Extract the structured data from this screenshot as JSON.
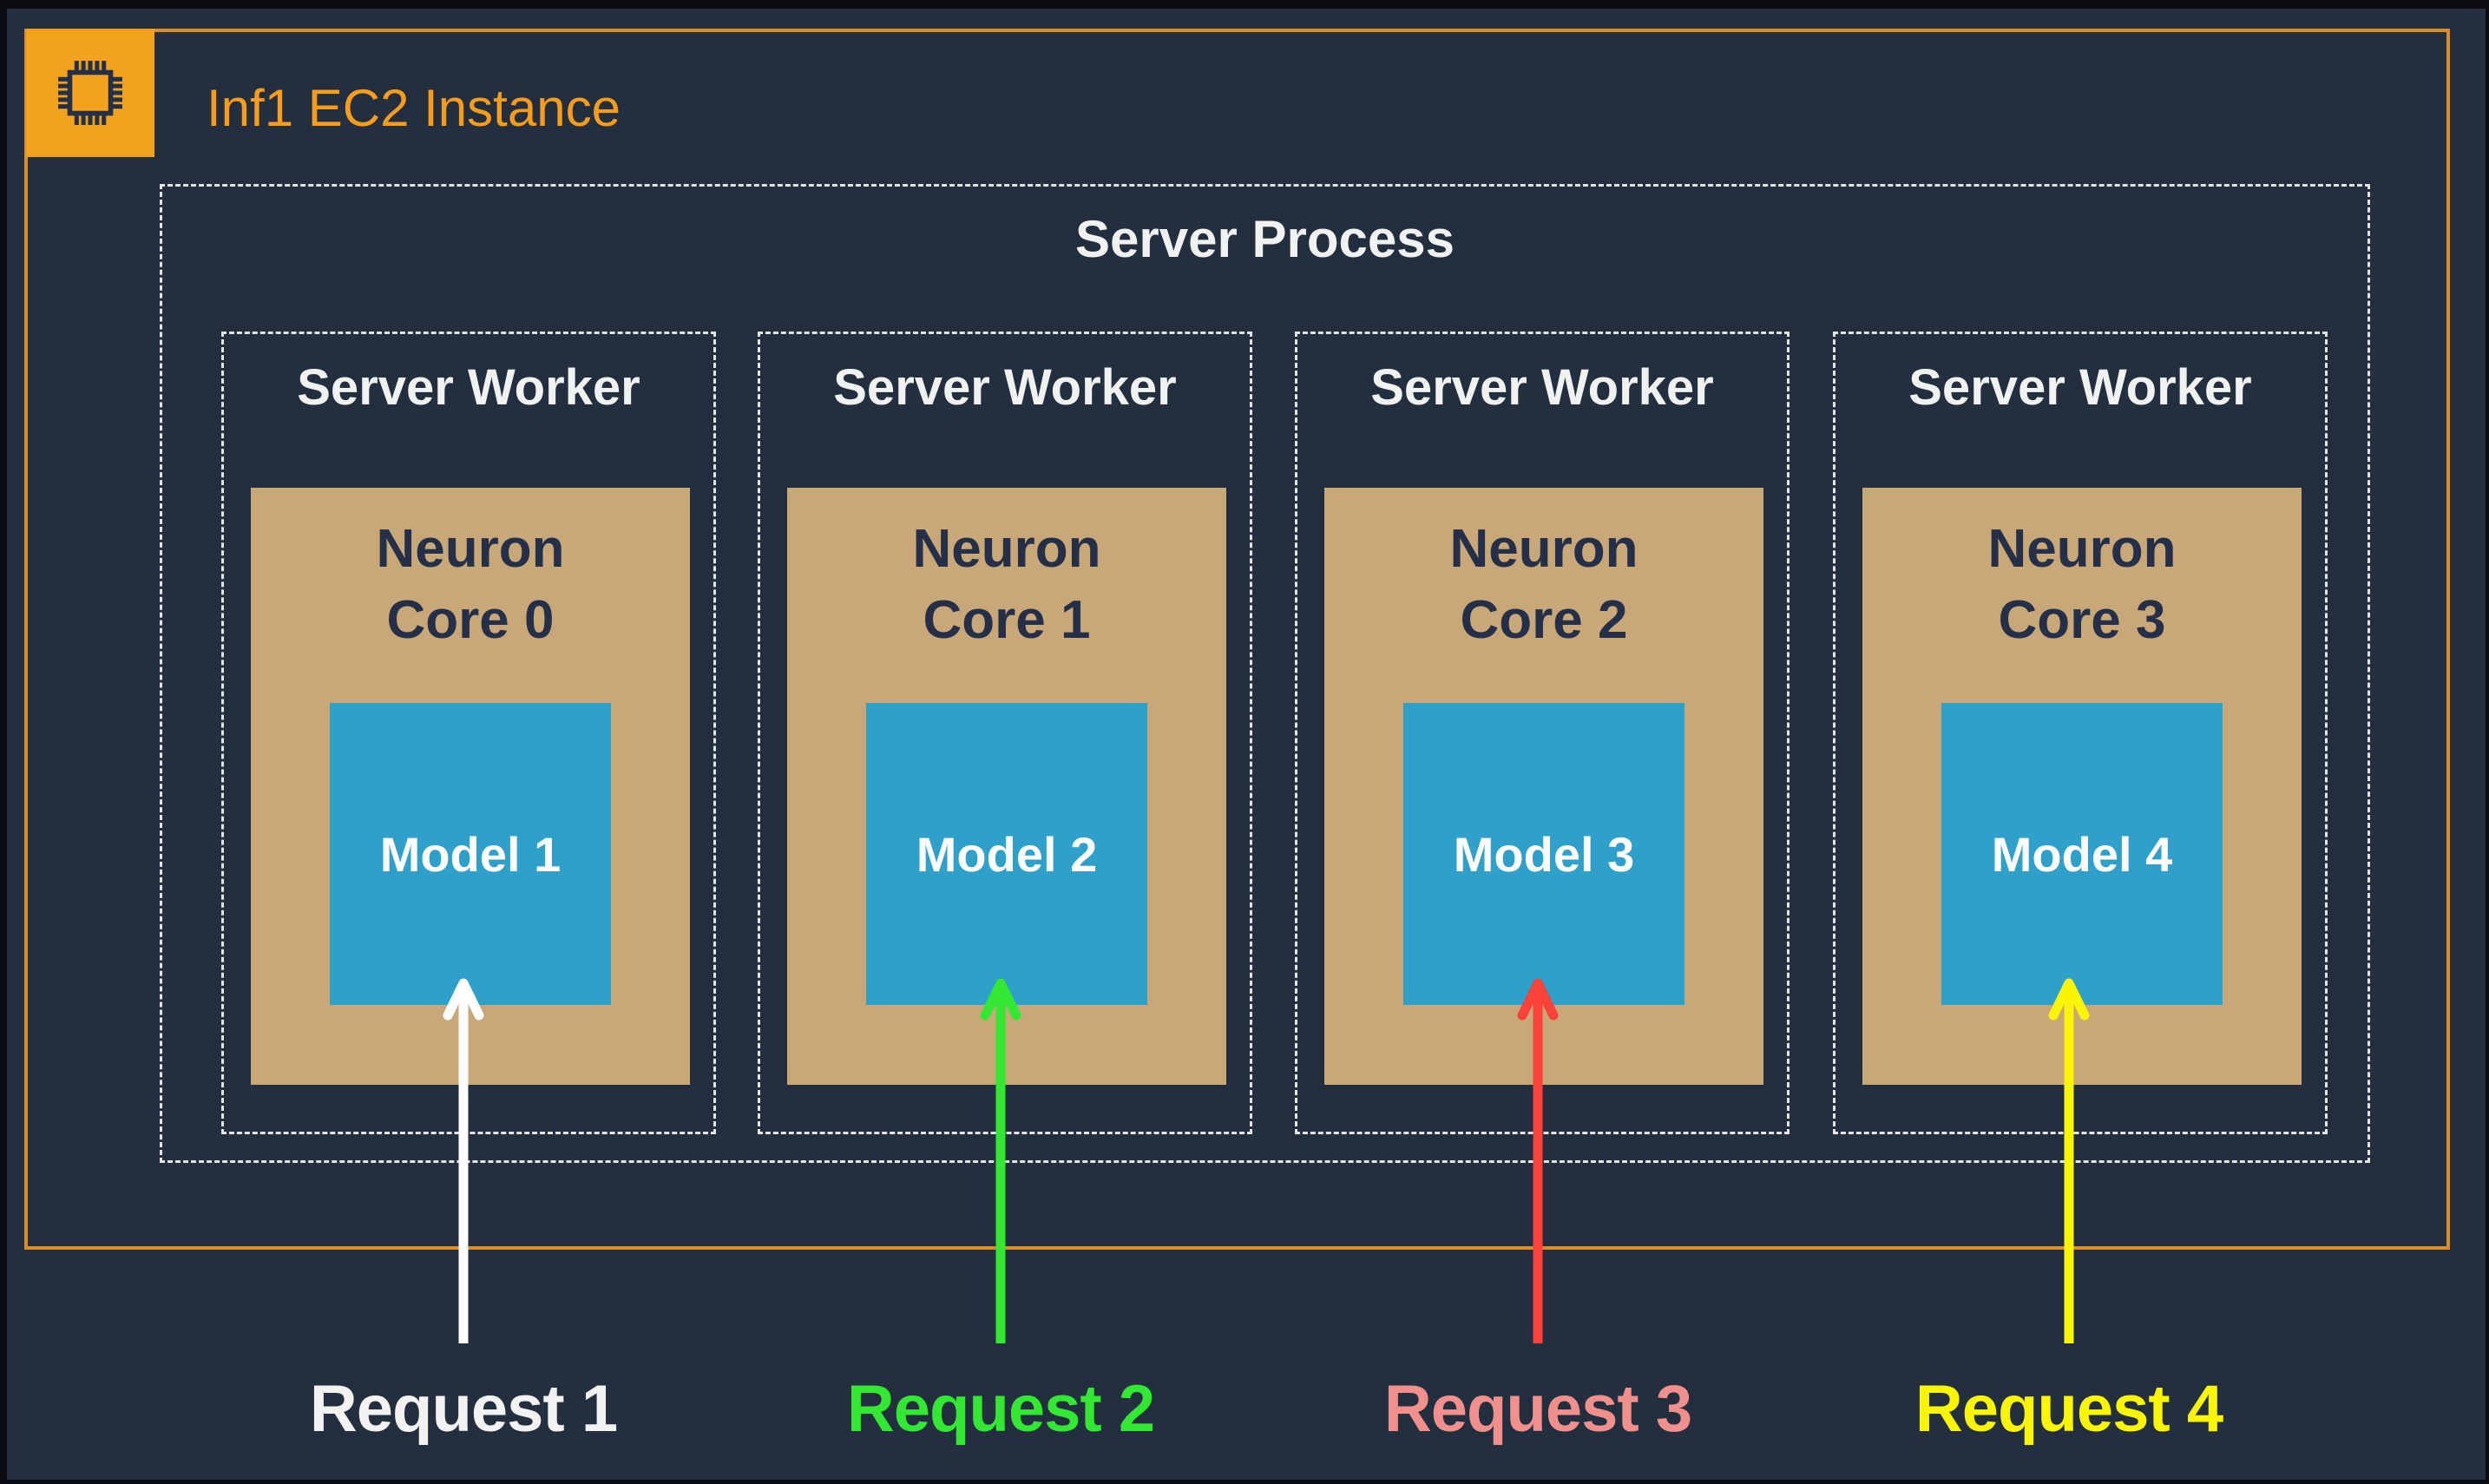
{
  "instance": {
    "label": "Inf1 EC2 Instance",
    "icon": "chip-icon"
  },
  "process": {
    "label": "Server Process"
  },
  "workers": [
    {
      "label": "Server Worker",
      "core_line1": "Neuron",
      "core_line2": "Core 0",
      "model": "Model 1"
    },
    {
      "label": "Server Worker",
      "core_line1": "Neuron",
      "core_line2": "Core 1",
      "model": "Model 2"
    },
    {
      "label": "Server Worker",
      "core_line1": "Neuron",
      "core_line2": "Core 2",
      "model": "Model 3"
    },
    {
      "label": "Server Worker",
      "core_line1": "Neuron",
      "core_line2": "Core 3",
      "model": "Model 4"
    }
  ],
  "requests": [
    {
      "label": "Request 1",
      "label_color": "#F2F2F2",
      "arrow_color": "#FFFFFF"
    },
    {
      "label": "Request 2",
      "label_color": "#33E833",
      "arrow_color": "#33E833"
    },
    {
      "label": "Request 3",
      "label_color": "#F0908D",
      "arrow_color": "#F9423A"
    },
    {
      "label": "Request 4",
      "label_color": "#FAF502",
      "arrow_color": "#FAF502"
    }
  ],
  "colors": {
    "background": "#232F3E",
    "instance_border": "#DB8C28",
    "icon_background": "#F3A21E",
    "title_orange": "#F89C1B",
    "dashed_border": "#E2E5E5",
    "text_white": "#F0F2F2",
    "core_tan": "#C8A878",
    "core_text_navy": "#253048",
    "model_blue": "#2FA0CA"
  }
}
